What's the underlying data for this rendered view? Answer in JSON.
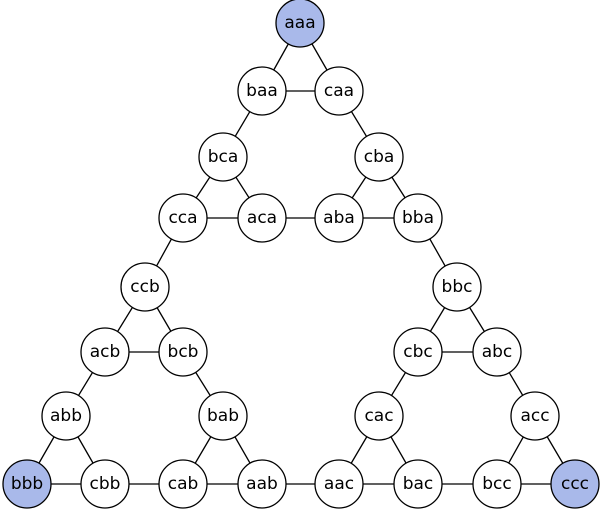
{
  "graph": {
    "colors": {
      "node_fill": "#ffffff",
      "highlight_fill": "#a9b9ea",
      "stroke": "#000000"
    },
    "nodes": [
      {
        "id": "aaa",
        "label": "aaa",
        "highlighted": true
      },
      {
        "id": "baa",
        "label": "baa",
        "highlighted": false
      },
      {
        "id": "caa",
        "label": "caa",
        "highlighted": false
      },
      {
        "id": "bca",
        "label": "bca",
        "highlighted": false
      },
      {
        "id": "cba",
        "label": "cba",
        "highlighted": false
      },
      {
        "id": "cca",
        "label": "cca",
        "highlighted": false
      },
      {
        "id": "aca",
        "label": "aca",
        "highlighted": false
      },
      {
        "id": "aba",
        "label": "aba",
        "highlighted": false
      },
      {
        "id": "bba",
        "label": "bba",
        "highlighted": false
      },
      {
        "id": "ccb",
        "label": "ccb",
        "highlighted": false
      },
      {
        "id": "bbc",
        "label": "bbc",
        "highlighted": false
      },
      {
        "id": "acb",
        "label": "acb",
        "highlighted": false
      },
      {
        "id": "bcb",
        "label": "bcb",
        "highlighted": false
      },
      {
        "id": "cbc",
        "label": "cbc",
        "highlighted": false
      },
      {
        "id": "abc",
        "label": "abc",
        "highlighted": false
      },
      {
        "id": "abb",
        "label": "abb",
        "highlighted": false
      },
      {
        "id": "bab",
        "label": "bab",
        "highlighted": false
      },
      {
        "id": "cac",
        "label": "cac",
        "highlighted": false
      },
      {
        "id": "acc",
        "label": "acc",
        "highlighted": false
      },
      {
        "id": "bbb",
        "label": "bbb",
        "highlighted": true
      },
      {
        "id": "cbb",
        "label": "cbb",
        "highlighted": false
      },
      {
        "id": "cab",
        "label": "cab",
        "highlighted": false
      },
      {
        "id": "aab",
        "label": "aab",
        "highlighted": false
      },
      {
        "id": "aac",
        "label": "aac",
        "highlighted": false
      },
      {
        "id": "bac",
        "label": "bac",
        "highlighted": false
      },
      {
        "id": "bcc",
        "label": "bcc",
        "highlighted": false
      },
      {
        "id": "ccc",
        "label": "ccc",
        "highlighted": true
      }
    ],
    "edges": [
      [
        "aaa",
        "baa"
      ],
      [
        "aaa",
        "caa"
      ],
      [
        "baa",
        "caa"
      ],
      [
        "baa",
        "bca"
      ],
      [
        "caa",
        "cba"
      ],
      [
        "bca",
        "cca"
      ],
      [
        "bca",
        "aca"
      ],
      [
        "cca",
        "aca"
      ],
      [
        "cba",
        "aba"
      ],
      [
        "cba",
        "bba"
      ],
      [
        "aba",
        "bba"
      ],
      [
        "aca",
        "aba"
      ],
      [
        "cca",
        "ccb"
      ],
      [
        "bba",
        "bbc"
      ],
      [
        "ccb",
        "acb"
      ],
      [
        "ccb",
        "bcb"
      ],
      [
        "acb",
        "bcb"
      ],
      [
        "bbc",
        "cbc"
      ],
      [
        "bbc",
        "abc"
      ],
      [
        "cbc",
        "abc"
      ],
      [
        "acb",
        "abb"
      ],
      [
        "bcb",
        "bab"
      ],
      [
        "cbc",
        "cac"
      ],
      [
        "abc",
        "acc"
      ],
      [
        "abb",
        "bbb"
      ],
      [
        "abb",
        "cbb"
      ],
      [
        "bbb",
        "cbb"
      ],
      [
        "bab",
        "cab"
      ],
      [
        "bab",
        "aab"
      ],
      [
        "cab",
        "aab"
      ],
      [
        "cac",
        "aac"
      ],
      [
        "cac",
        "bac"
      ],
      [
        "aac",
        "bac"
      ],
      [
        "acc",
        "bcc"
      ],
      [
        "acc",
        "ccc"
      ],
      [
        "bcc",
        "ccc"
      ],
      [
        "cbb",
        "cab"
      ],
      [
        "aab",
        "aac"
      ],
      [
        "bac",
        "bcc"
      ]
    ]
  }
}
